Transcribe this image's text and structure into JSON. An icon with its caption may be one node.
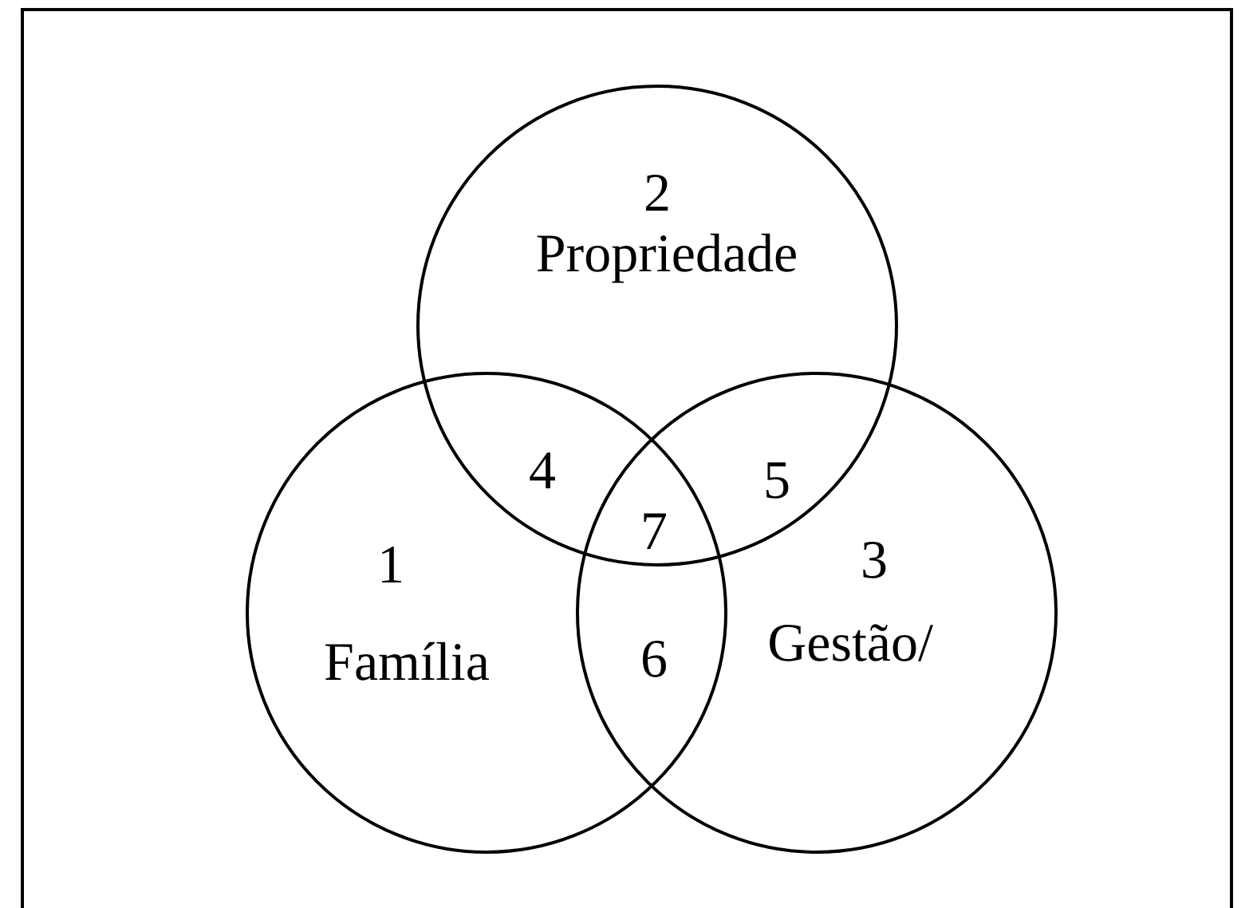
{
  "diagram": {
    "nodes": [
      {
        "text": [
          "2",
          "Propriedade"
        ]
      },
      {
        "text": [
          "1",
          "Família"
        ]
      },
      {
        "text": [
          "3",
          "Gestão/"
        ]
      }
    ],
    "labels": [
      "4",
      "5",
      "7",
      "6"
    ]
  }
}
